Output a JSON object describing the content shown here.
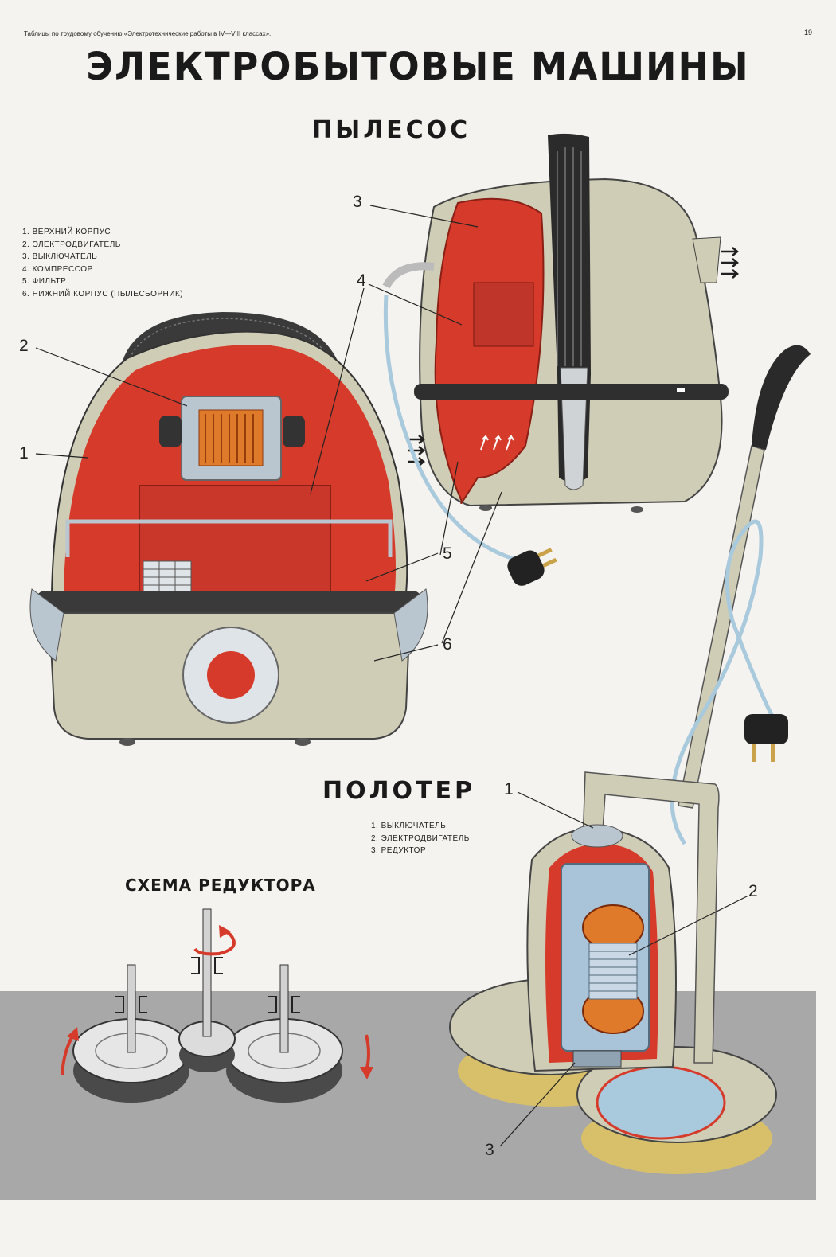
{
  "header": {
    "note": "Таблицы по трудовому обучению «Электротехнические работы в IV—VIII классах».",
    "page_number": "19",
    "title": "ЭЛЕКТРОБЫТОВЫЕ МАШИНЫ"
  },
  "vacuum": {
    "title": "ПЫЛЕСОС",
    "legend": [
      "1. ВЕРХНИЙ КОРПУС",
      "2. ЭЛЕКТРОДВИГАТЕЛЬ",
      "3. ВЫКЛЮЧАТЕЛЬ",
      "4. КОМПРЕССОР",
      "5. ФИЛЬТР",
      "6. НИЖНИЙ КОРПУС (ПЫЛЕСБОРНИК)"
    ],
    "callouts": [
      "1",
      "2",
      "3",
      "4",
      "5",
      "6"
    ]
  },
  "polisher": {
    "title": "ПОЛОТЕР",
    "legend": [
      "1. ВЫКЛЮЧАТЕЛЬ",
      "2. ЭЛЕКТРОДВИГАТЕЛЬ",
      "3. РЕДУКТОР"
    ],
    "callouts": [
      "1",
      "2",
      "3"
    ]
  },
  "reducer": {
    "title": "СХЕМА РЕДУКТОРА"
  },
  "colors": {
    "background": "#f4f3ef",
    "housing_red": "#d63a2a",
    "housing_gray": "#cfcdb6",
    "cable_blue": "#a9c9dc",
    "floor_gray": "#a7a7a7"
  }
}
